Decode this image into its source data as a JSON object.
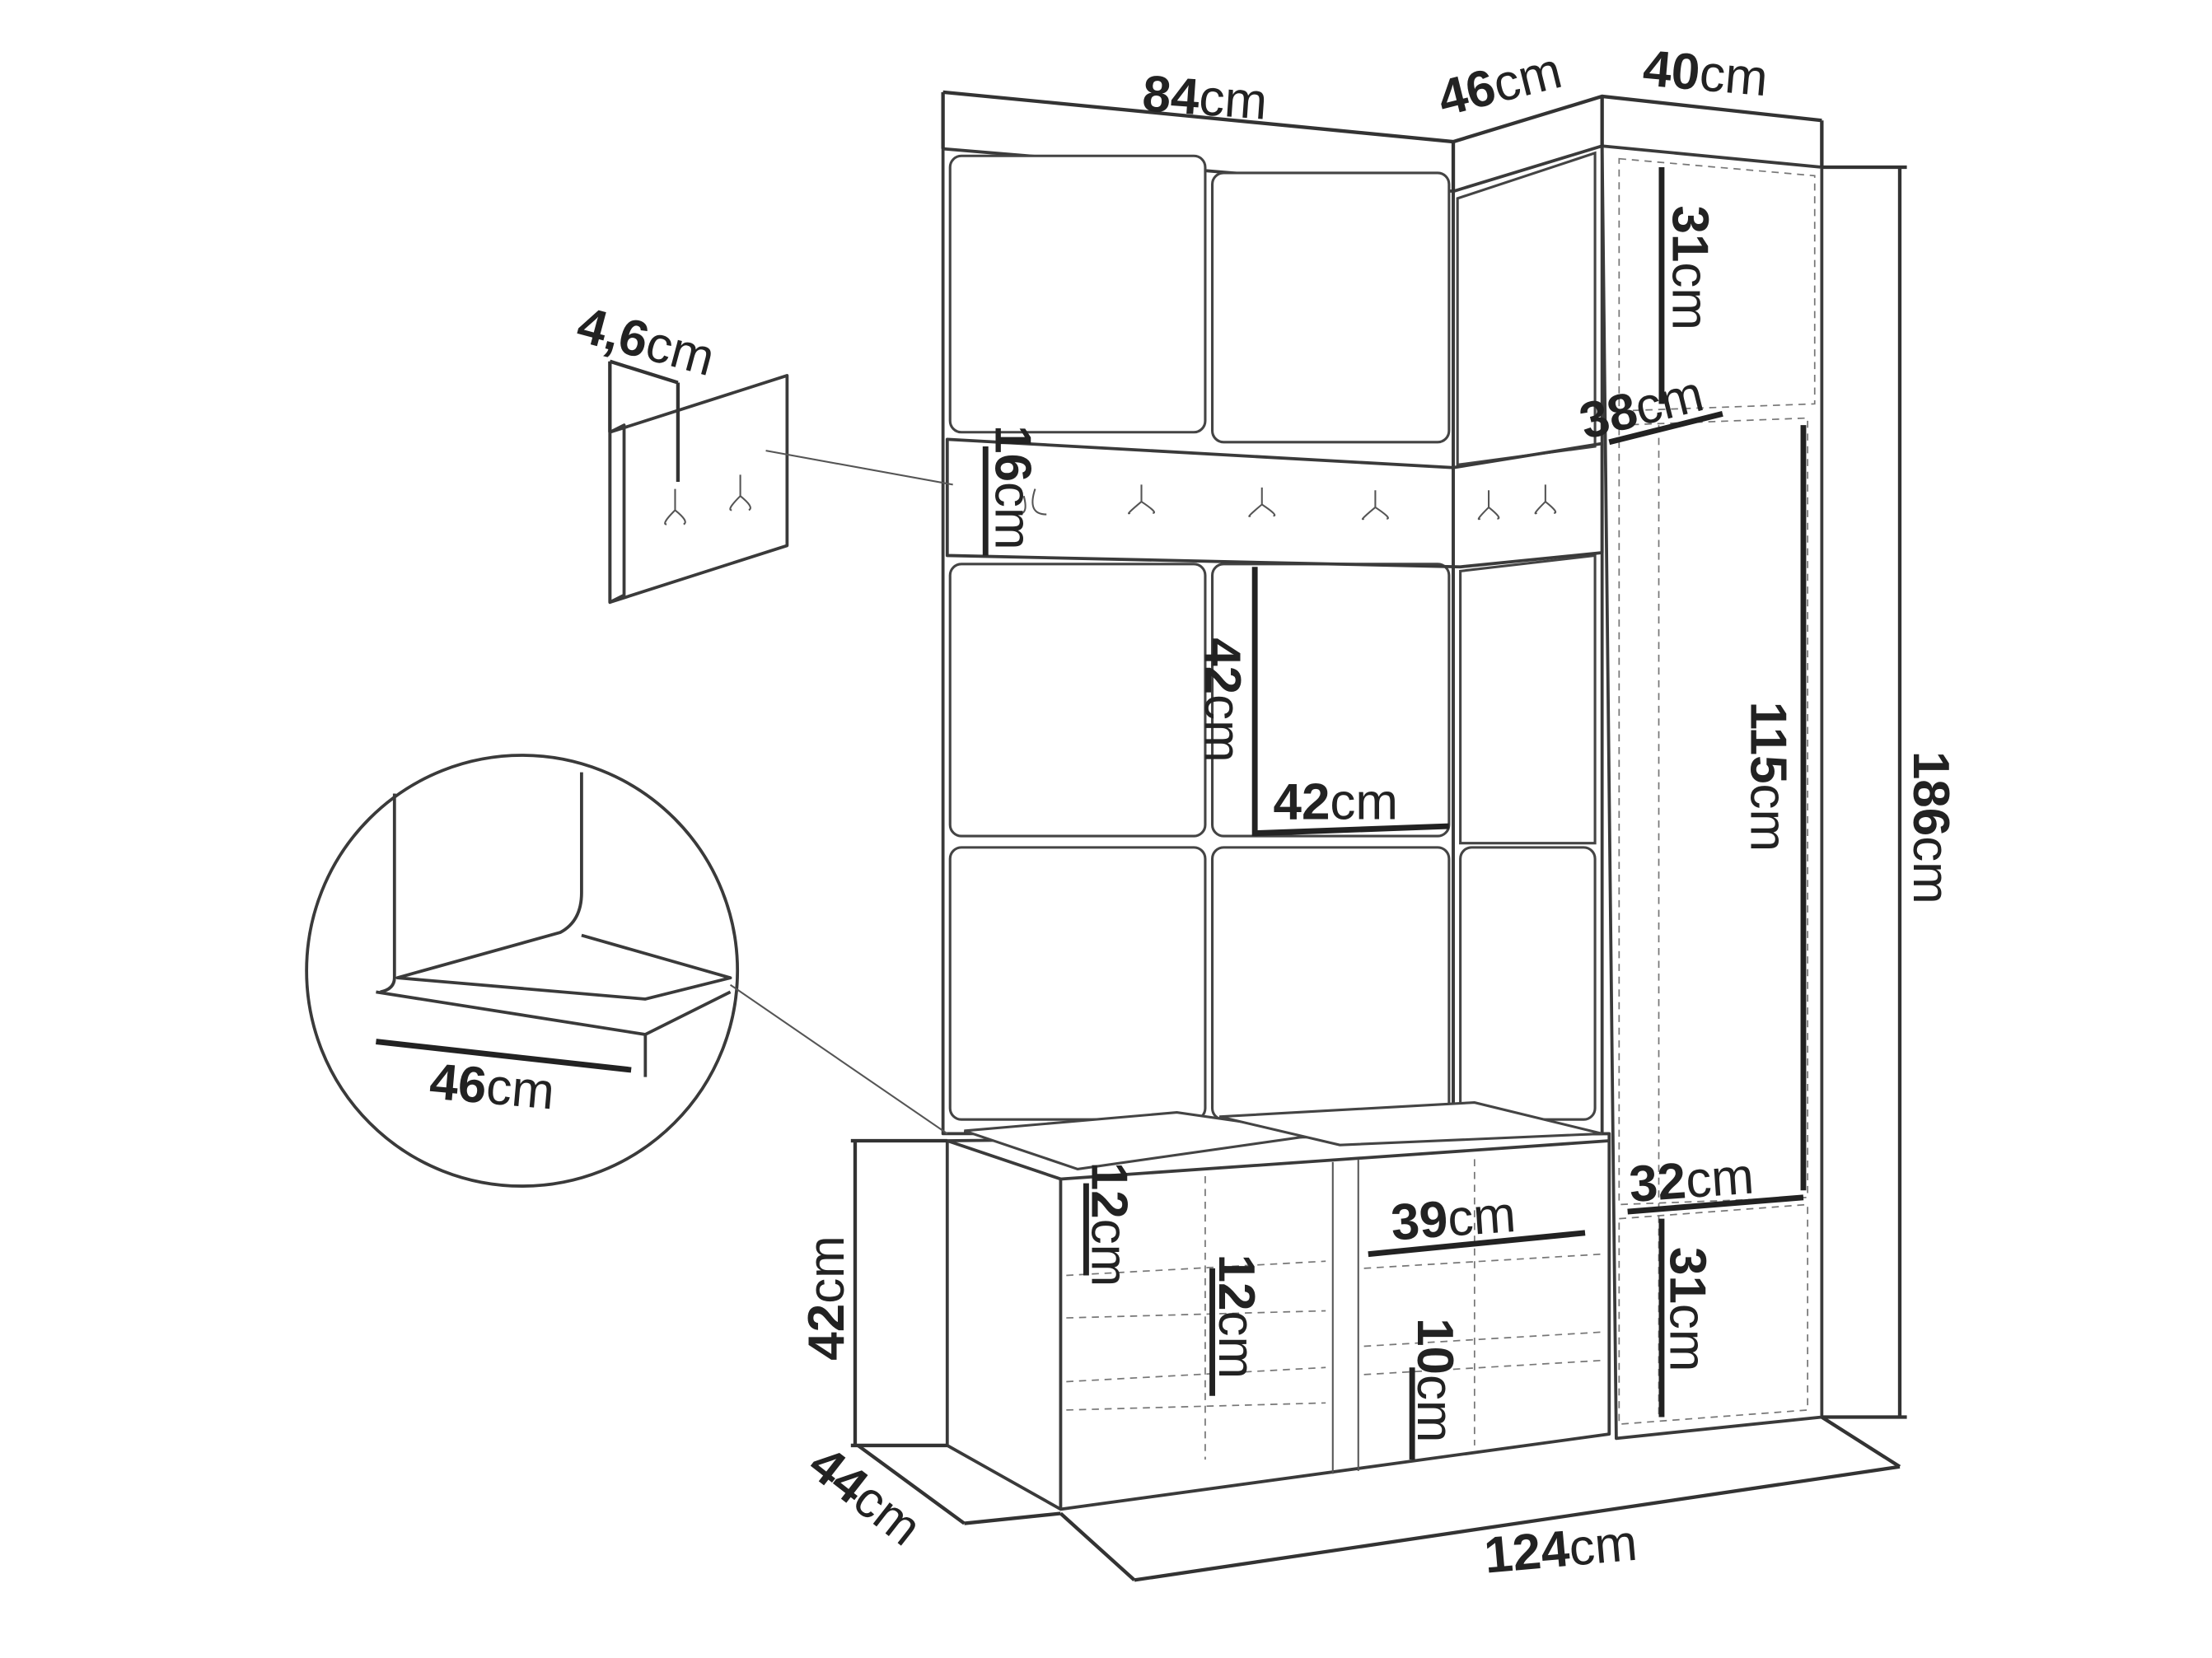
{
  "unit": "cm",
  "dimensions": {
    "top_width_left": "84",
    "top_width_corner": "46",
    "top_width_right": "40",
    "hook_panel_depth": "4,6",
    "hook_rail_height": "16",
    "upper_shelf_height": "31",
    "shelf_depth": "38",
    "panel_height": "42",
    "panel_width": "42",
    "wardrobe_inner_height": "115",
    "total_height": "186",
    "seat_depth": "46",
    "drawer_height_left": "12",
    "compartment_height_left": "12",
    "compartment_width": "39",
    "wardrobe_inner_width": "32",
    "lower_shelf_height": "31",
    "compartment_height_right": "10",
    "bench_height": "42",
    "bench_depth": "44",
    "total_width": "124"
  }
}
